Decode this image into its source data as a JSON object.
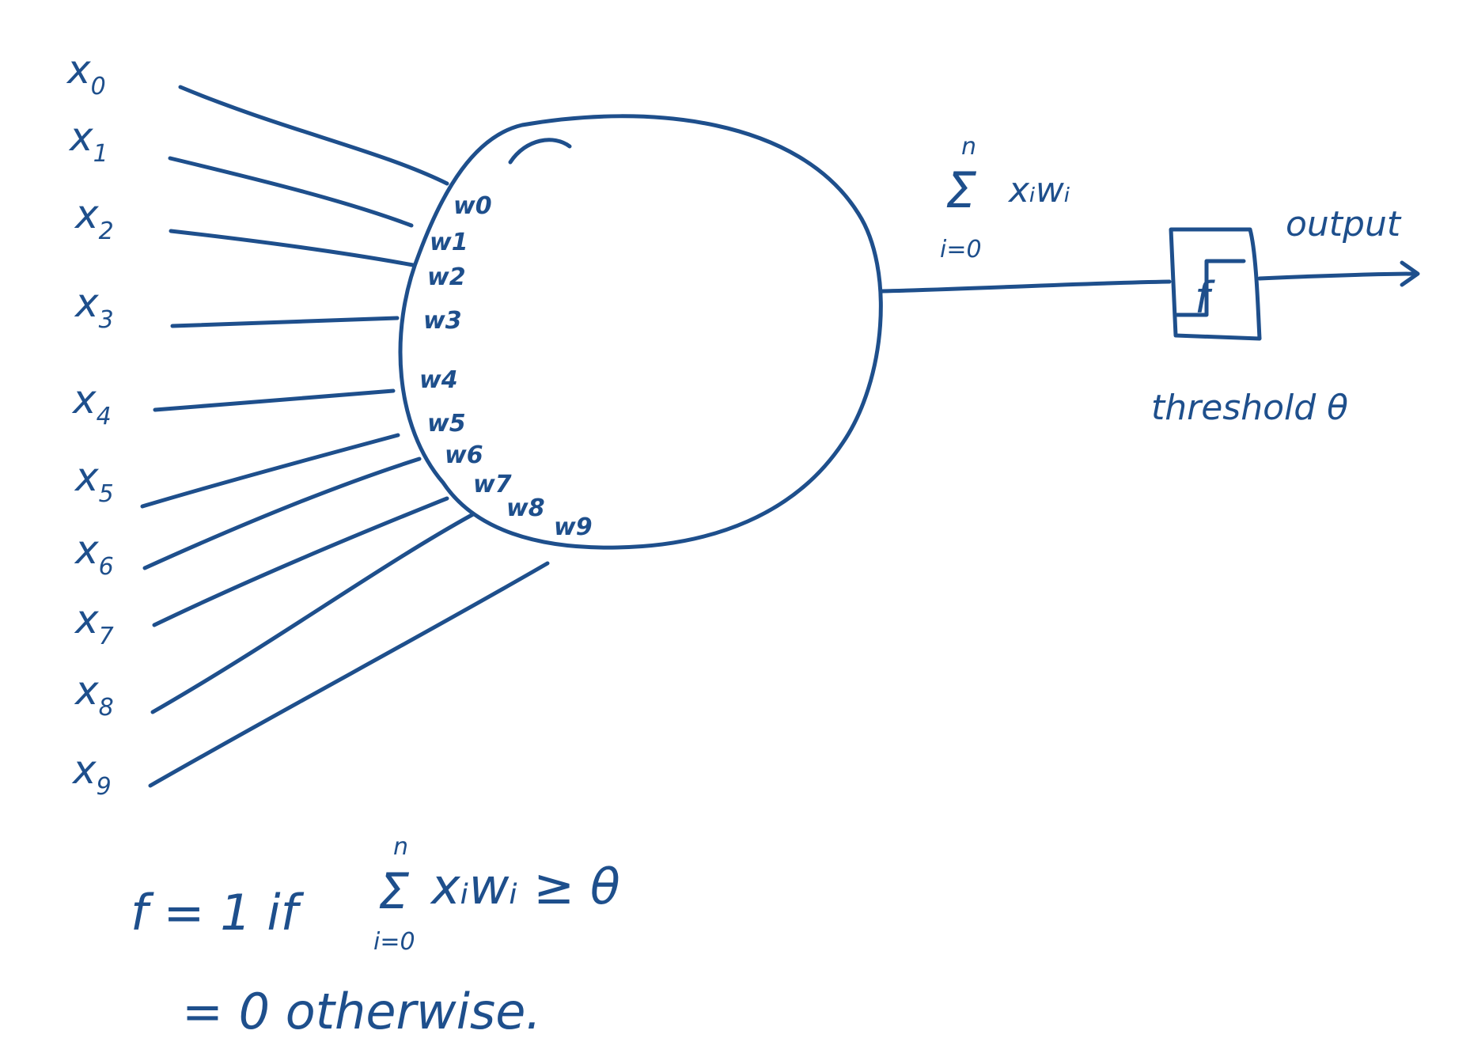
{
  "inputs": [
    {
      "label": "x",
      "sub": "0"
    },
    {
      "label": "x",
      "sub": "1"
    },
    {
      "label": "x",
      "sub": "2"
    },
    {
      "label": "x",
      "sub": "3"
    },
    {
      "label": "x",
      "sub": "4"
    },
    {
      "label": "x",
      "sub": "5"
    },
    {
      "label": "x",
      "sub": "6"
    },
    {
      "label": "x",
      "sub": "7"
    },
    {
      "label": "x",
      "sub": "8"
    },
    {
      "label": "x",
      "sub": "9"
    }
  ],
  "weights": [
    "w0",
    "w1",
    "w2",
    "w3",
    "w4",
    "w5",
    "w6",
    "w7",
    "w8",
    "w9"
  ],
  "sum_formula": {
    "upper": "n",
    "symbol": "Σ",
    "lower": "i=0",
    "term": "xᵢwᵢ"
  },
  "activation": {
    "box_label": "f",
    "caption": "threshold θ"
  },
  "output_label": "output",
  "rule": {
    "line1_prefix": "f = 1  if",
    "upper": "n",
    "symbol": "Σ",
    "lower": "i=0",
    "term": "xᵢwᵢ ≥ θ",
    "line2": "= 0  otherwise."
  },
  "colors": {
    "ink": "#1e4f8c",
    "background": "#ffffff"
  }
}
